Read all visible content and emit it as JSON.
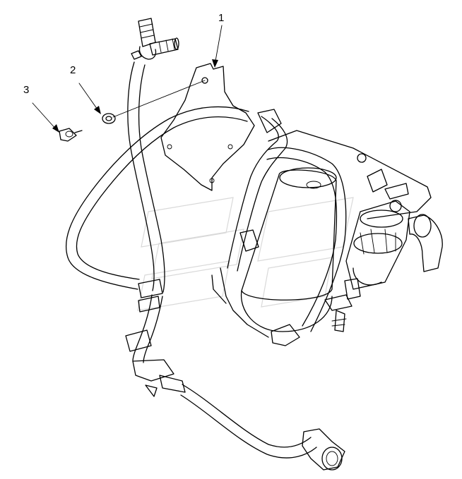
{
  "callouts": [
    {
      "id": "1",
      "label": "1"
    },
    {
      "id": "2",
      "label": "2"
    },
    {
      "id": "3",
      "label": "3"
    }
  ],
  "colors": {
    "line": "#000000",
    "watermark": "#d9d9d9",
    "background": "#ffffff"
  }
}
